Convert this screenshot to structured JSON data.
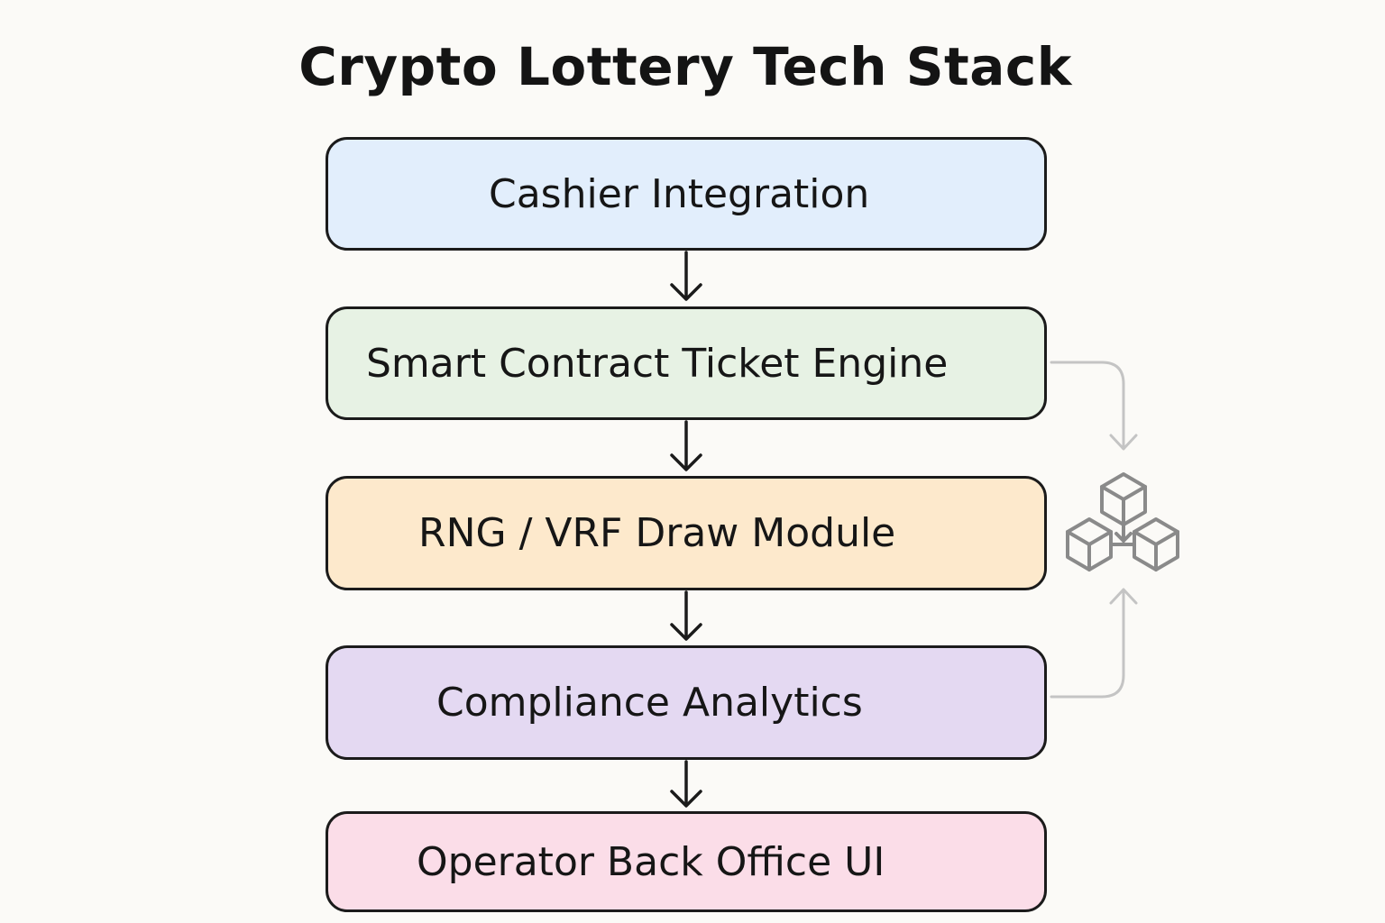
{
  "title": "Crypto Lottery Tech Stack",
  "layers": [
    {
      "label": "Cashier Integration",
      "color": "#e2eefc"
    },
    {
      "label": "Smart Contract Ticket Engine",
      "color": "#e7f2e4"
    },
    {
      "label": "RNG / VRF Draw Module",
      "color": "#fde9cc"
    },
    {
      "label": "Compliance Analytics",
      "color": "#e4d9f2"
    },
    {
      "label": "Operator Back Office UI",
      "color": "#fbdde8"
    }
  ],
  "colors": {
    "border": "#1b1b1b",
    "arrow": "#1b1b1b",
    "side_connector": "#c4c4c4",
    "blockchain_icon": "#8a8a8a"
  },
  "icons": [
    "blockchain-cubes-icon"
  ]
}
